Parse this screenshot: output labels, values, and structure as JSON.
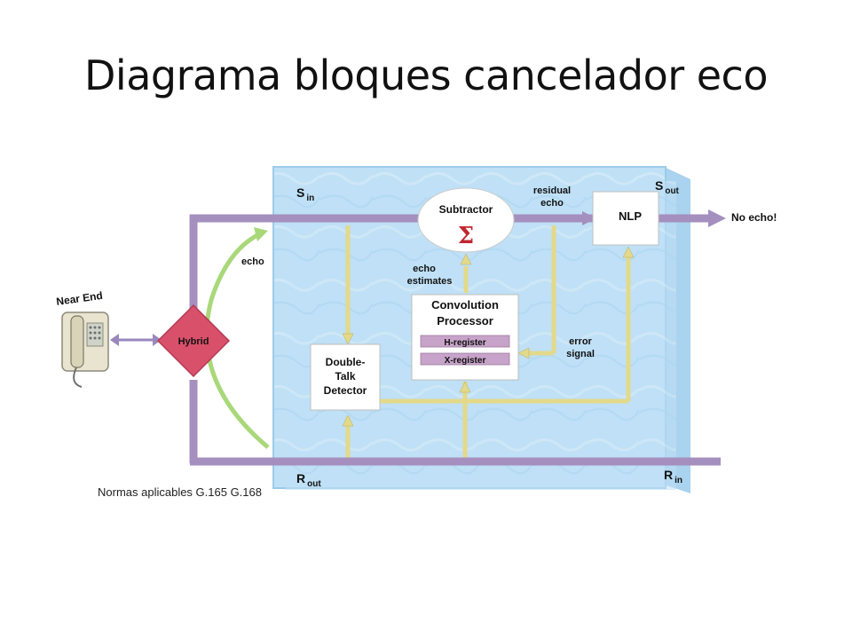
{
  "slide": {
    "title": "Diagrama bloques cancelador eco",
    "footnote": "Normas aplicables G.165  G.168"
  },
  "diagram": {
    "labels": {
      "s_in_main": "S",
      "s_in_sub": "in",
      "s_out_main": "S",
      "s_out_sub": "out",
      "r_out_main": "R",
      "r_out_sub": "out",
      "r_in_main": "R",
      "r_in_sub": "in",
      "residual_echo_1": "residual",
      "residual_echo_2": "echo",
      "no_echo": "No echo!",
      "echo": "echo",
      "echo_estimates_1": "echo",
      "echo_estimates_2": "estimates",
      "error_signal_1": "error",
      "error_signal_2": "signal",
      "near_end": "Near End"
    },
    "blocks": {
      "subtractor": "Subtractor",
      "sigma": "Σ",
      "nlp": "NLP",
      "convolution_1": "Convolution",
      "convolution_2": "Processor",
      "h_register": "H-register",
      "x_register": "X-register",
      "double_talk_1": "Double-",
      "double_talk_2": "Talk",
      "double_talk_3": "Detector",
      "hybrid": "Hybrid"
    },
    "colors": {
      "panel": "#bfe0f5",
      "panel_edge": "#9ccbea",
      "signal_path": "#a48fbf",
      "control_path": "#e3d98a",
      "hybrid": "#d9506a",
      "echo_arrow": "#a9d87a",
      "register": "#c7a3c9"
    }
  }
}
